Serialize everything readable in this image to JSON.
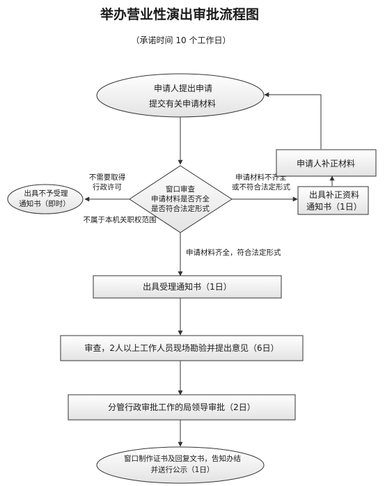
{
  "title": "举办营业性演出审批流程图",
  "subtitle": "（承诺时间 10 个工作日）",
  "nodes": {
    "apply_line1": "申请人提出申请",
    "apply_line2": "提交有关申请材料",
    "window_line1": "窗口审查",
    "window_line2": "申请材料是否齐全",
    "window_line3": "是否符合法定形式",
    "supplement": "申请人补正材料",
    "notice_supp_line1": "出具补正资料",
    "notice_supp_line2": "通知书（1日）",
    "reject_line1": "出具不予受理",
    "reject_line2": "通知书（即时）",
    "accept": "出具受理通知书（1日）",
    "review": "审查，2人以上工作人员现场勘验并提出意见（6日）",
    "approve": "分管行政审批工作的局领导审批（2日）",
    "final_line1": "窗口制作证书及回复文书，告知办结",
    "final_line2": "并送行公示（1日）"
  },
  "edges": {
    "no_permit_line1": "不需要取得",
    "no_permit_line2": "行政许可",
    "not_in_scope": "不属于本机关职权范围",
    "incomplete_line1": "申请材料不齐全",
    "incomplete_line2": "或不符合法定形式",
    "complete": "申请材料齐全，符合法定形式"
  }
}
